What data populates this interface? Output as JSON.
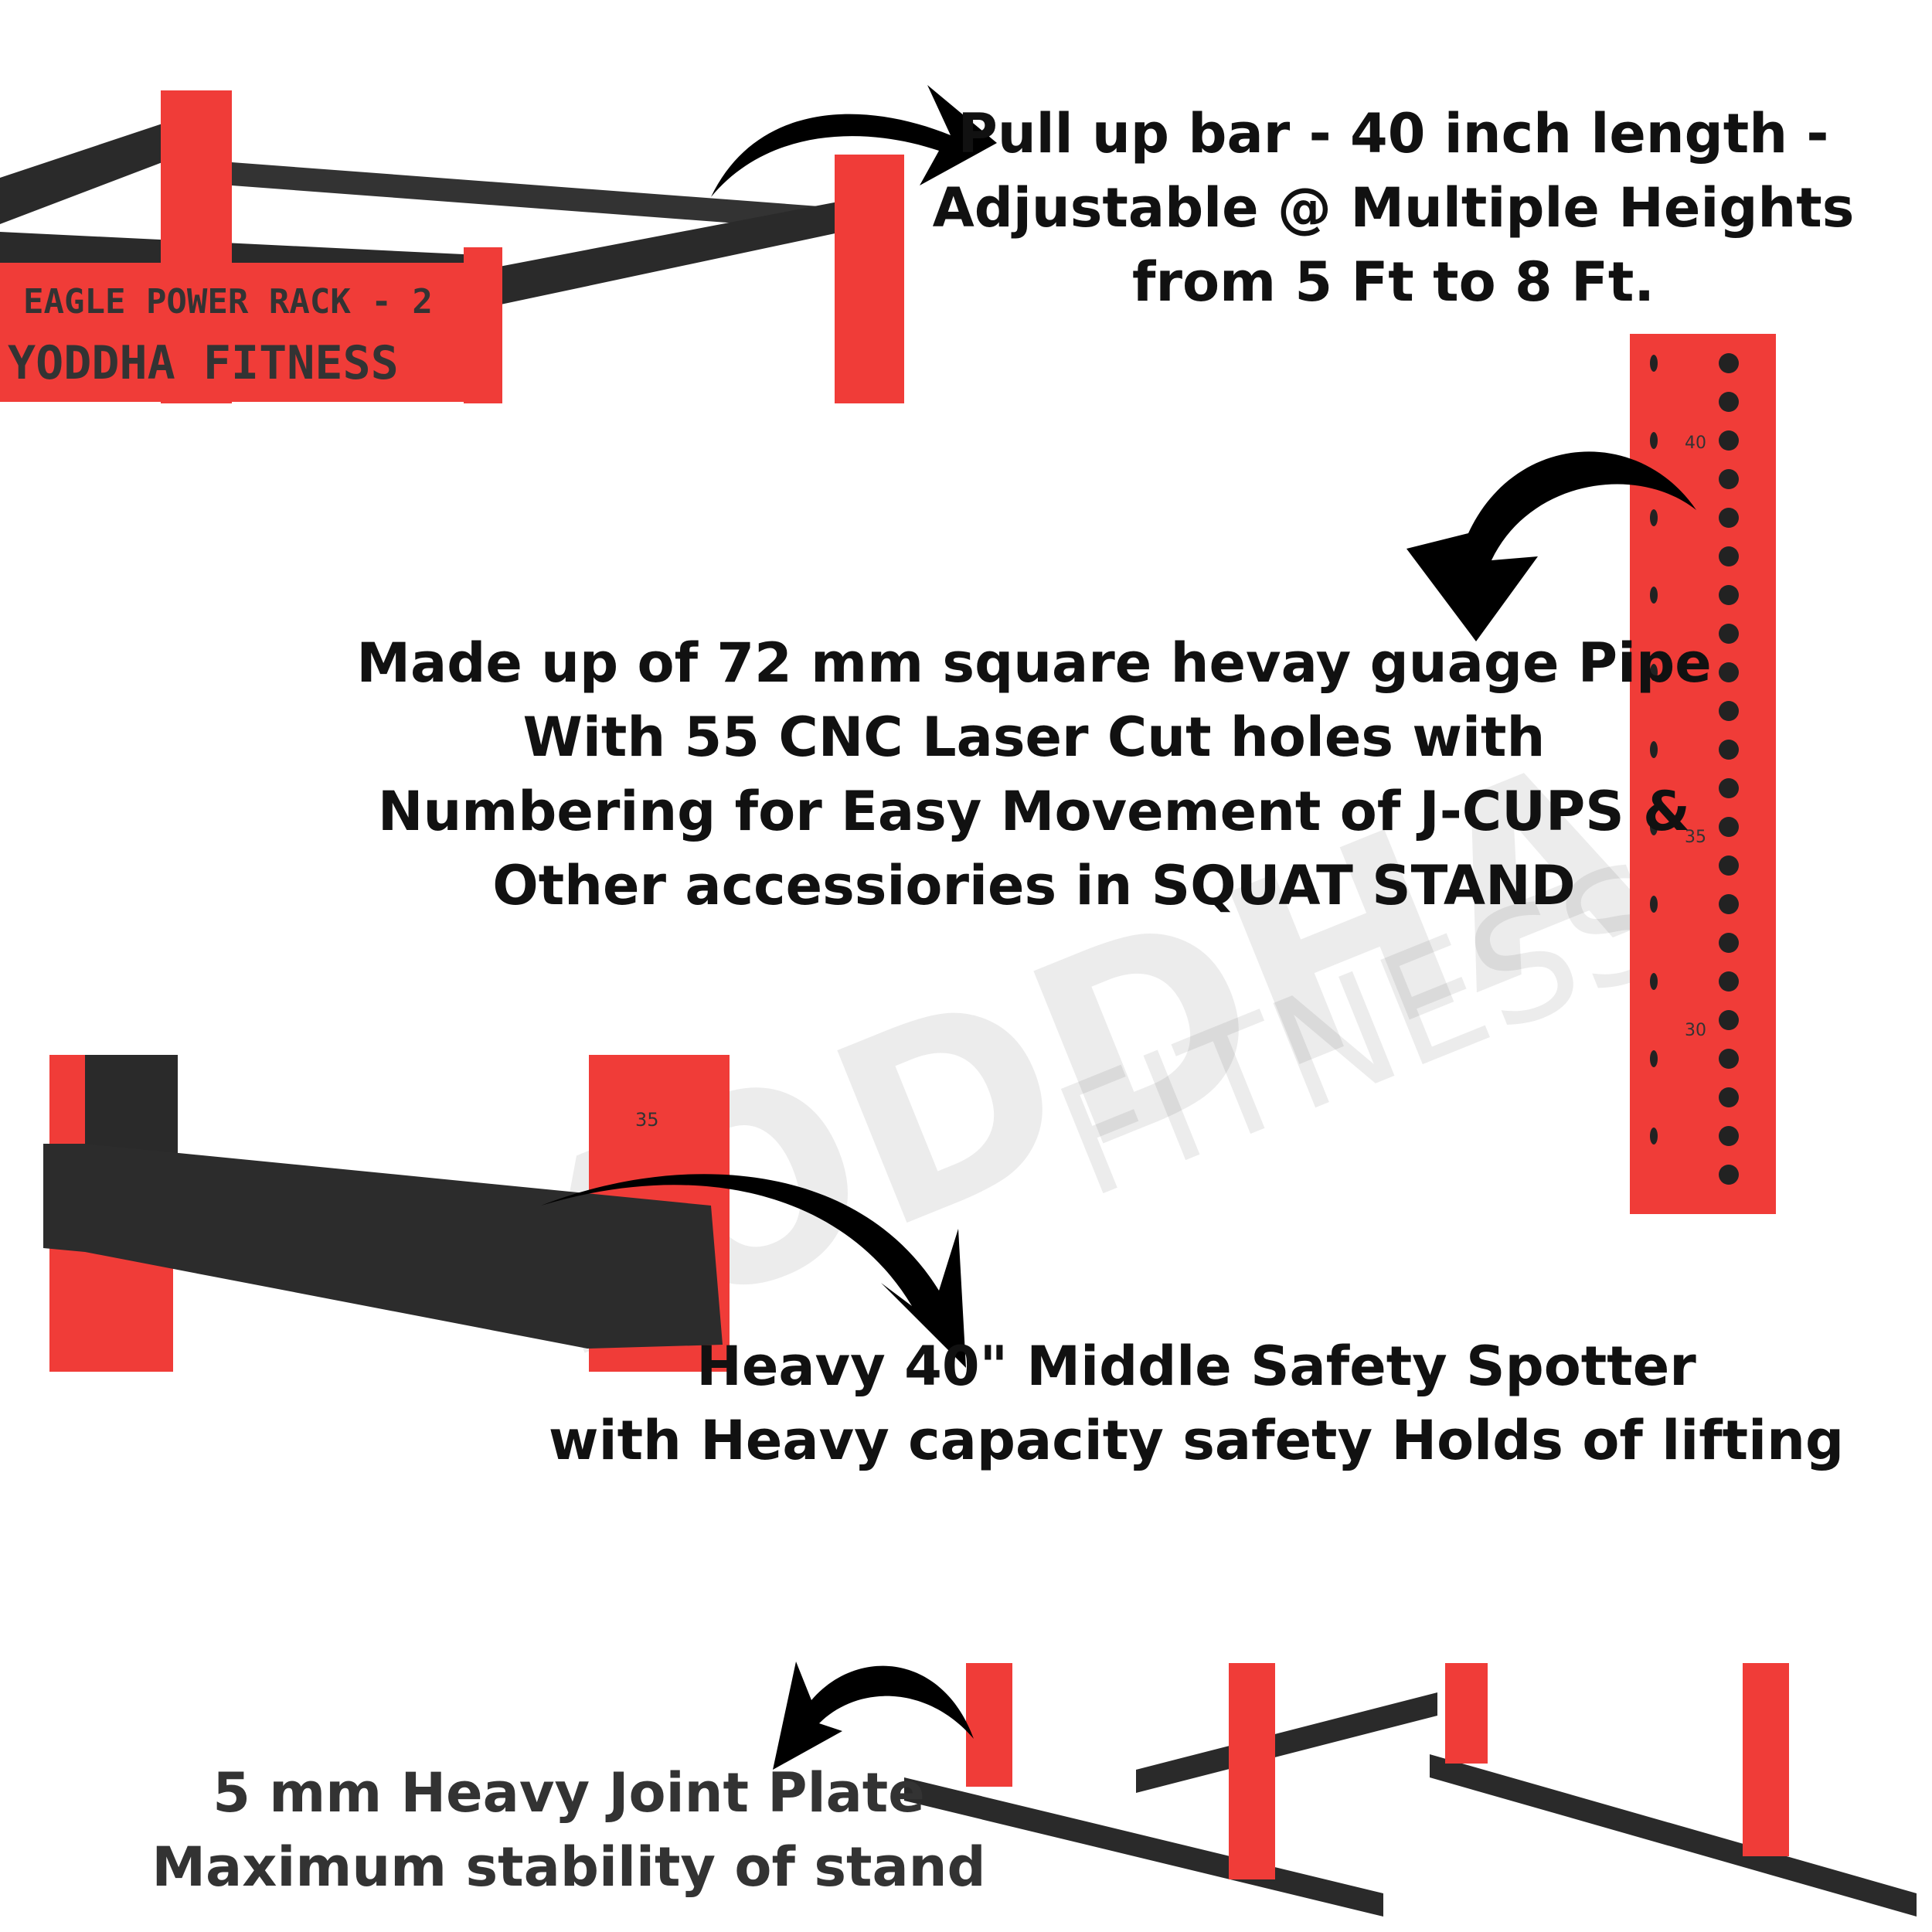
{
  "watermark": {
    "brand": "YODDHA",
    "sub": "FITNESS"
  },
  "rack_branding": {
    "line1": "EAGLE POWER RACK - 2",
    "line2": "YODDHA FITNESS"
  },
  "pillar_numbers": [
    "40",
    "35",
    "30"
  ],
  "spotter_number": "35",
  "captions": {
    "pull_up_bar": [
      "Pull up bar - 40 inch length -",
      "Adjustable @ Multiple  Heights",
      "from 5 Ft to 8 Ft."
    ],
    "pipe": [
      "Made up of 72 mm square hevay guage Pipe",
      "With 55 CNC Laser Cut holes with",
      "Numbering for Easy Movement of J-CUPS &",
      "Other accessiories in SQUAT STAND"
    ],
    "spotter": [
      "Heavy 40\" Middle Safety Spotter",
      "with Heavy capacity safety Holds of lifting"
    ],
    "joint_plate": [
      "5 mm Heavy Joint Plate",
      "Maximum stability of stand"
    ]
  },
  "colors": {
    "red": "#f03c38",
    "black": "#2a2a2a",
    "arrow": "#000000"
  }
}
